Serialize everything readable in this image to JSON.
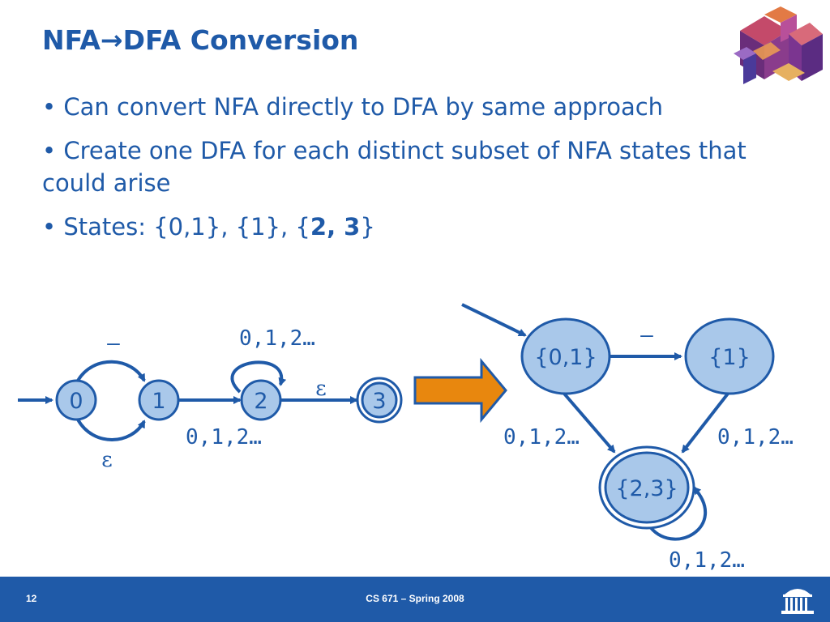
{
  "title": {
    "prefix": "NFA",
    "arrow": "→",
    "suffix": "DFA Conversion"
  },
  "bullets": [
    {
      "text": "• Can convert NFA directly to DFA by same approach"
    },
    {
      "text": "• Create one DFA for each distinct subset of NFA states that could arise"
    },
    {
      "prefix": "• States: {0,1}, {1}, {",
      "bold": "2, 3",
      "suffix": "}"
    }
  ],
  "nfa": {
    "states": [
      "0",
      "1",
      "2",
      "3"
    ],
    "edge_labels": {
      "zero_to_one_top": "–",
      "zero_to_one_bottom": "ε",
      "two_self_loop": "0,1,2…",
      "one_to_two": "0,1,2…",
      "two_to_three": "ε"
    }
  },
  "dfa": {
    "states": [
      "{0,1}",
      "{1}",
      "{2,3}"
    ],
    "edge_labels": {
      "s01_to_s1": "–",
      "s01_to_s23": "0,1,2…",
      "s1_to_s23": "0,1,2…",
      "s23_self_loop": "0,1,2…"
    }
  },
  "colors": {
    "accent": "#1f5aa8",
    "state_fill": "#a9c8ea",
    "convert_arrow": "#e8870e"
  },
  "footer": {
    "page_number": "12",
    "course": "CS 671 – Spring 2008"
  }
}
